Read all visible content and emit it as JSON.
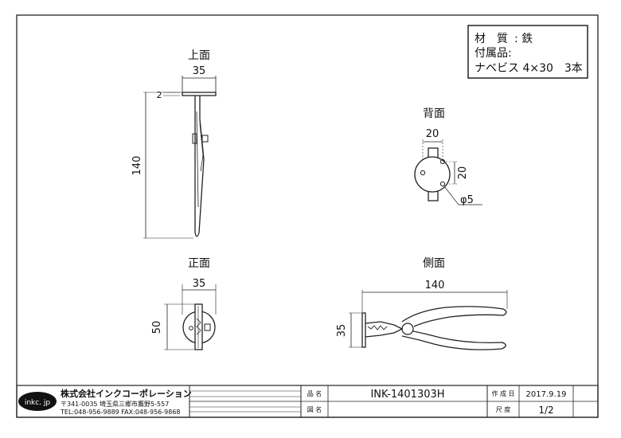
{
  "spec": {
    "material_label": "材　質",
    "material_value": ": 鉄",
    "accessories_label": "付属品:",
    "screw_value": "ナベビス 4×30　3本"
  },
  "views": {
    "top": {
      "title": "上面",
      "width": "35",
      "thickness": "2",
      "height": "140"
    },
    "back": {
      "title": "背面",
      "hole_spacing_h": "20",
      "hole_spacing_v": "20",
      "hole_dia": "φ5"
    },
    "front": {
      "title": "正面",
      "width": "35",
      "height": "50"
    },
    "side": {
      "title": "側面",
      "length": "140",
      "height": "35"
    }
  },
  "title_block": {
    "logo_text": "inkc. jp",
    "company_name": "株式会社インクコーポレーション",
    "address": "〒341-0035 埼玉県三郷市鷹野5-557",
    "contact": "TEL:048-956-9889  FAX:048-956-9868",
    "product_name_label": "品 名",
    "product_name_value": "INK-1401303H",
    "drawing_label": "図 名",
    "drawing_value": "",
    "date_label": "作 成 日",
    "date_value": "2017.9.19",
    "scale_label": "尺 度",
    "scale_value": "1/2"
  }
}
